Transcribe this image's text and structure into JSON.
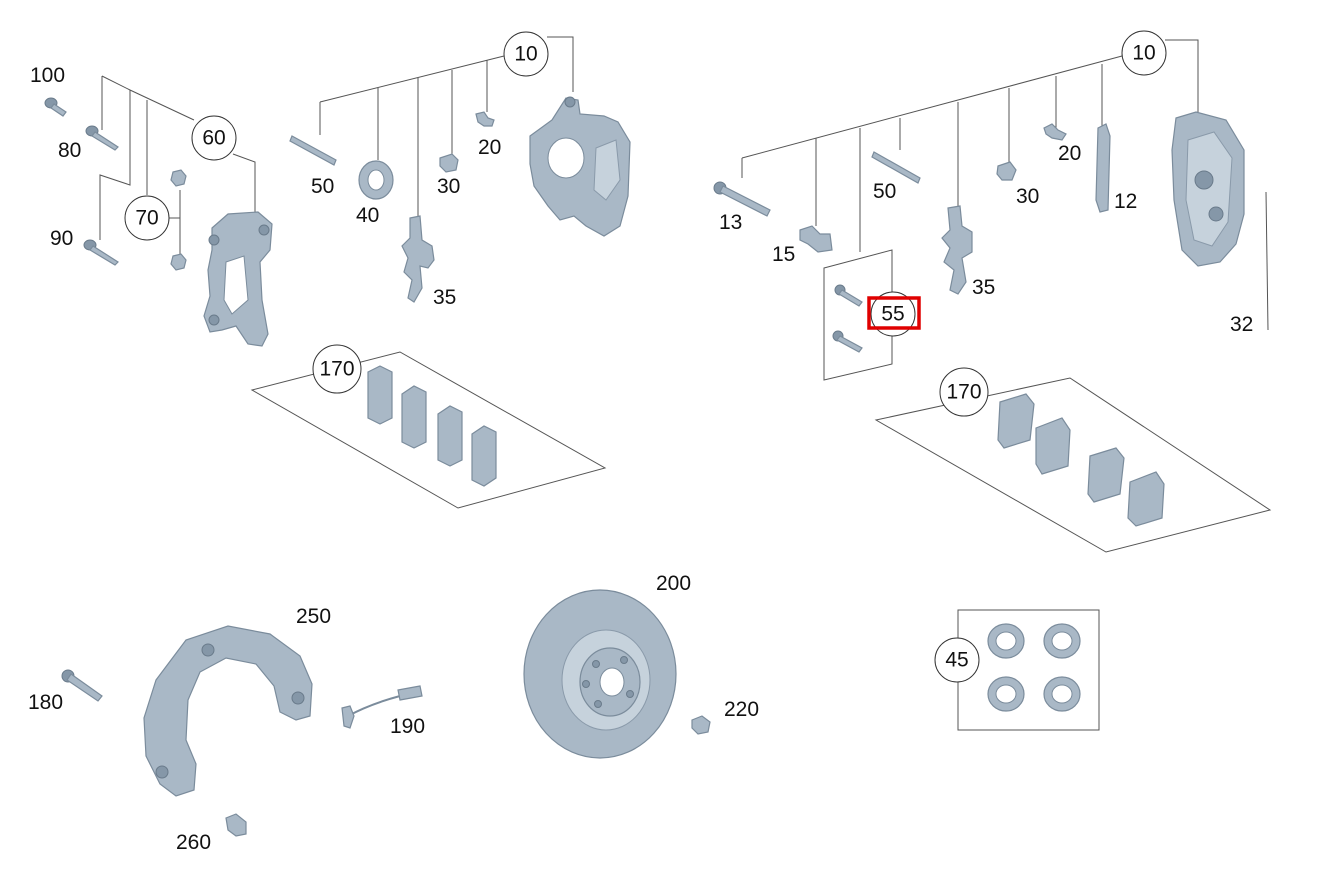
{
  "diagram": {
    "callouts": {
      "c10_left": "10",
      "c60": "60",
      "c70": "70",
      "c170_left": "170",
      "c10_right": "10",
      "c55": "55",
      "c170_right": "170",
      "c45": "45"
    },
    "labels": {
      "l100": "100",
      "l80": "80",
      "l90": "90",
      "l50_left": "50",
      "l40": "40",
      "l35_left": "35",
      "l30_left": "30",
      "l20_left": "20",
      "l13": "13",
      "l15": "15",
      "l50_right": "50",
      "l35_right": "35",
      "l30_right": "30",
      "l20_right": "20",
      "l12": "12",
      "l32": "32",
      "l250": "250",
      "l180": "180",
      "l190": "190",
      "l260": "260",
      "l200": "200",
      "l220": "220"
    },
    "highlight_color": "#e00000",
    "part_color": "#a9b8c6"
  }
}
